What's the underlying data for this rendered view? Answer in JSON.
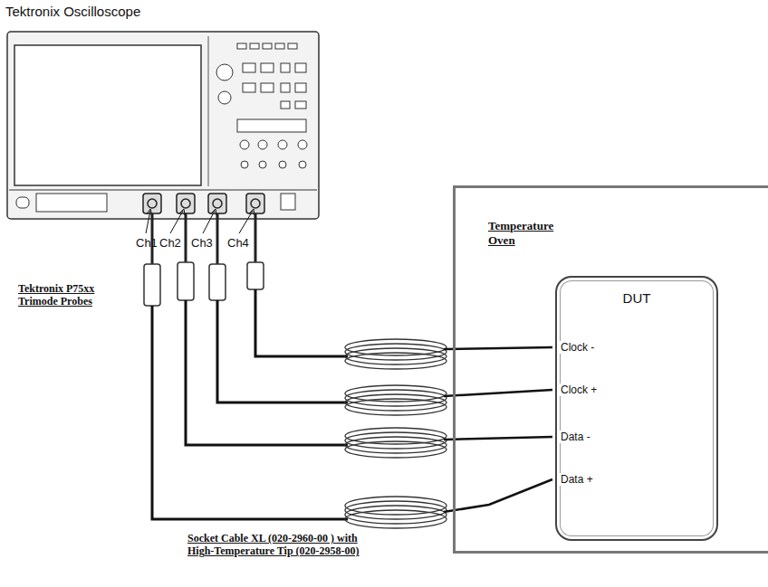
{
  "diagram": {
    "nodes": [
      {
        "text": [
          "Temperature Oven"
        ]
      },
      {
        "text": [
          "DUT"
        ],
        "in": 0
      }
    ],
    "labels": [
      "Tektronix Oscilloscope",
      "Ch1",
      "Ch2",
      "Ch3",
      "Ch4",
      "Tektronix P75xx Trimode Probes",
      "Clock -",
      "Clock +",
      "Data -",
      "Data +",
      "Socket Cable XL (020-2960-00 ) with High-Temperature Tip (020-2958-00)"
    ]
  }
}
